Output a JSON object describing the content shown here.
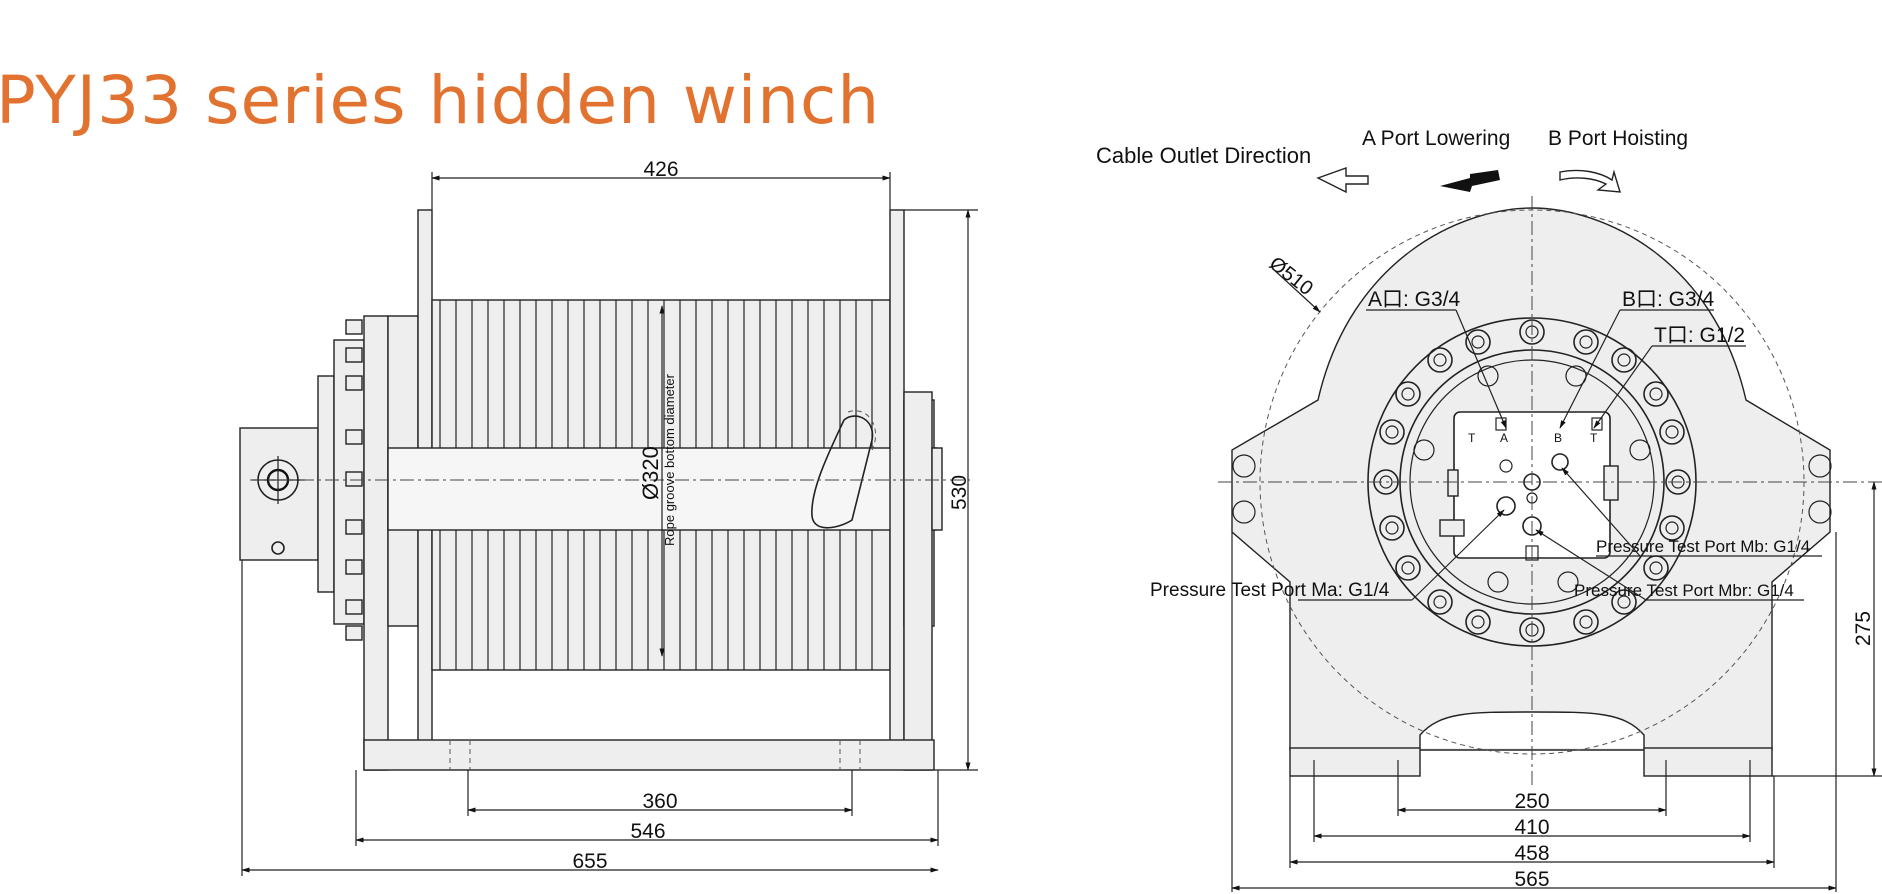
{
  "title": "PYJ33 series hidden winch",
  "side_view": {
    "dims": {
      "top_width": "426",
      "height": "530",
      "groove_diameter": "Ø320",
      "groove_note": "Rope groove bottom diameter",
      "base_360": "360",
      "base_546": "546",
      "overall_655": "655"
    }
  },
  "front_view": {
    "cable_outlet": "Cable Outlet Direction",
    "a_port": "A Port Lowering",
    "b_port": "B Port Hoisting",
    "diameter": "Ø510",
    "port_a": "A口: G3/4",
    "port_b": "B口: G3/4",
    "port_t": "T口: G1/2",
    "test_mb": "Pressure Test Port Mb: G1/4",
    "test_ma": "Pressure Test Port Ma: G1/4",
    "test_mbr": "Pressure Test Port Mbr: G1/4",
    "valve_t1": "T",
    "valve_a": "A",
    "valve_b": "B",
    "valve_t2": "T",
    "dims": {
      "d250": "250",
      "d410": "410",
      "d458": "458",
      "d565": "565",
      "d275": "275"
    }
  },
  "colors": {
    "title": "#e2722f",
    "body": "#eeeeee",
    "line": "#222222"
  }
}
